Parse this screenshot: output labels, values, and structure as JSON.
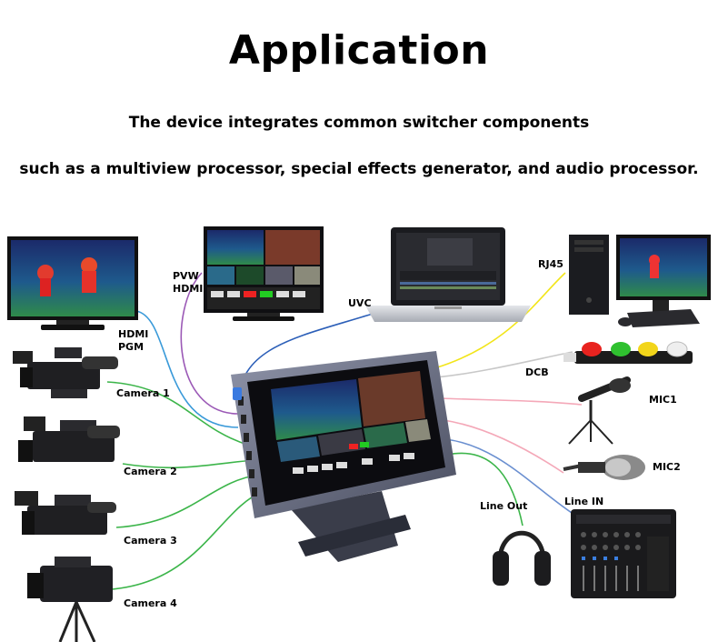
{
  "title": "Application",
  "subtitle_line1": "The device integrates common switcher components",
  "subtitle_line2": "such as a multiview processor, special effects generator, and audio processor.",
  "labels": {
    "hdmi_pgm_1": "HDMI",
    "hdmi_pgm_2": "PGM",
    "pvw_hdmi_1": "PVW",
    "pvw_hdmi_2": "HDMI",
    "uvc": "UVC",
    "rj45": "RJ45",
    "dcb": "DCB",
    "mic1": "MIC1",
    "mic2": "MIC2",
    "line_in": "Line IN",
    "line_out": "Line Out",
    "camera1": "Camera 1",
    "camera2": "Camera 2",
    "camera3": "Camera 3",
    "camera4": "Camera 4"
  },
  "colors": {
    "hdmi_pgm_line": "#3a9ad9",
    "pvw_line": "#9b59b6",
    "uvc_line": "#2c5fb8",
    "rj45_line": "#f2e51a",
    "dcb_line": "#c8c8c8",
    "mic_line": "#f4a8b8",
    "line_in_line": "#6a8fd0",
    "camera_line": "#3cb54a",
    "tally_red": "#e8231f",
    "tally_green": "#2fc02f",
    "tally_yellow": "#f2d51a",
    "tally_white": "#eeeeee"
  }
}
